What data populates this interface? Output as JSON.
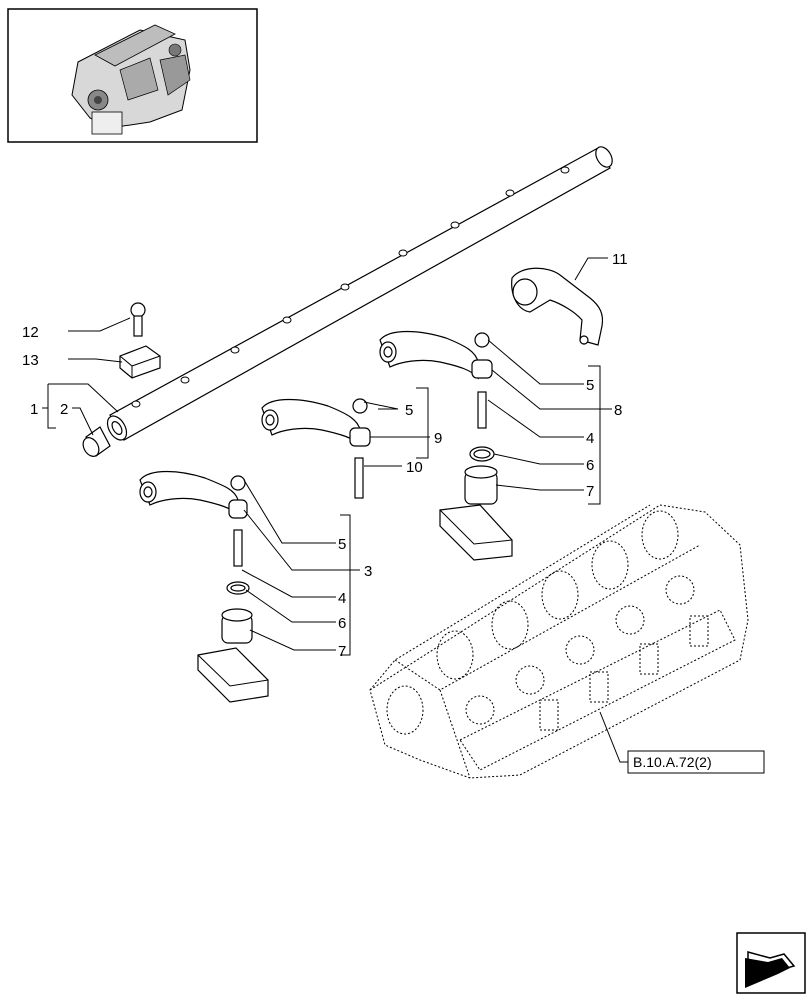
{
  "callouts": {
    "c1": "1",
    "c2": "2",
    "c3": "3",
    "c4a": "4",
    "c4b": "4",
    "c5a": "5",
    "c5b": "5",
    "c5c": "5",
    "c6a": "6",
    "c6b": "6",
    "c7a": "7",
    "c7b": "7",
    "c8": "8",
    "c9": "9",
    "c10": "10",
    "c11": "11",
    "c12": "12",
    "c13": "13"
  },
  "reference": "B.10.A.72(2)",
  "icons": {
    "thumbnail": "engine-thumbnail-icon",
    "nav": "next-page-arrow-icon"
  }
}
